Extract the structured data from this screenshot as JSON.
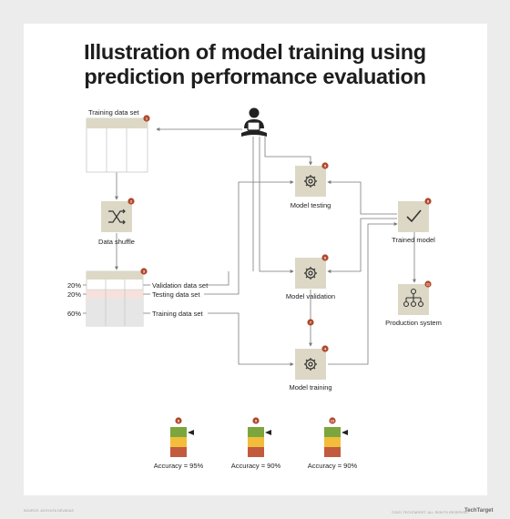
{
  "title": {
    "line1": "Illustration of model training using",
    "line2": "prediction performance evaluation"
  },
  "labels": {
    "training_data_set": "Training data set",
    "data_shuffle": "Data shuffle",
    "model_testing": "Model testing",
    "model_validation": "Model validation",
    "model_training": "Model training",
    "trained_model": "Trained model",
    "production_system": "Production system",
    "split_validation": "Validation data set",
    "split_testing": "Testing data set",
    "split_training": "Training data set"
  },
  "splits": {
    "p1": "20%",
    "p2": "20%",
    "p3": "60%"
  },
  "badges": {
    "training_table": "1",
    "shuffle": "2",
    "split_table": "3",
    "model_training": "4",
    "model_testing": "5",
    "model_validation": "6",
    "trained_model": "8",
    "production": "11",
    "meter1": "8",
    "meter2": "9",
    "meter3": "12",
    "arrow_badge": "7"
  },
  "accuracy": {
    "m1": "Accuracy = 95%",
    "m2": "Accuracy = 90%",
    "m3": "Accuracy = 90%"
  },
  "footer": {
    "source": "SOURCE: ACHYUTA DEVADAS",
    "copyright": "©2021 TECHTARGET. ALL RIGHTS RESERVED",
    "logo": "TechTarget"
  },
  "colors": {
    "box": "#ddd8c6",
    "badge": "#b0492d",
    "line": "#7a7a7a",
    "validation_row": "#f6e1dc",
    "training_rows": "#e6e6e6",
    "meter_green": "#7aa63d",
    "meter_yellow": "#f2bd3b",
    "meter_red": "#c25a3e"
  }
}
